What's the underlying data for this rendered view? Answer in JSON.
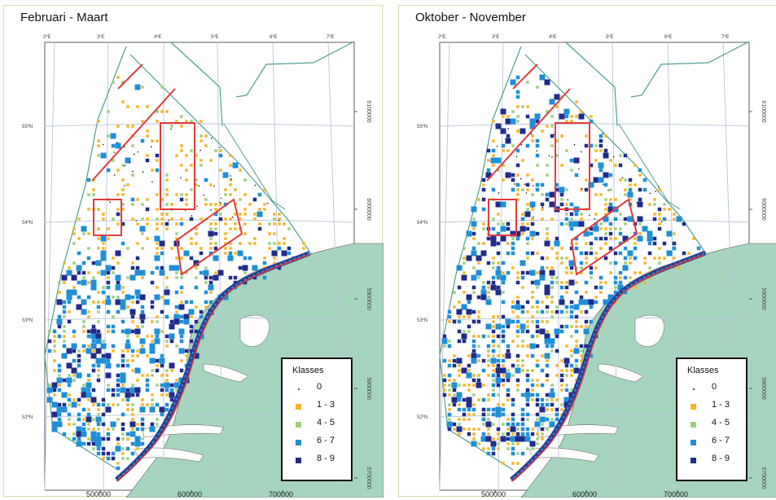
{
  "panels": [
    {
      "title": "Februari - Maart",
      "legend": {
        "title": "Klasses",
        "items": [
          {
            "label": "0",
            "color": "#111111",
            "icon": "dot"
          },
          {
            "label": "1 - 3",
            "color": "#f5b525",
            "icon": "square"
          },
          {
            "label": "4 - 5",
            "color": "#9ccf7f",
            "icon": "square"
          },
          {
            "label": "6 - 7",
            "color": "#1f8fd6",
            "icon": "square"
          },
          {
            "label": "8 - 9",
            "color": "#202c8a",
            "icon": "square"
          }
        ]
      },
      "bottom_ticks": [
        "500000",
        "600000",
        "700000"
      ],
      "right_ticks": [
        "6100000",
        "6000000",
        "5900000",
        "5800000",
        "5700000"
      ],
      "top_ticks": [
        "2ºE",
        "3ºE",
        "4ºE",
        "5ºE",
        "6ºE",
        "7ºE"
      ],
      "left_ticks": [
        "55ºN",
        "54ºN",
        "53ºN",
        "52ºN"
      ]
    },
    {
      "title": "Oktober - November",
      "legend": {
        "title": "Klasses",
        "items": [
          {
            "label": "0",
            "color": "#111111",
            "icon": "dot"
          },
          {
            "label": "1 - 3",
            "color": "#f5b525",
            "icon": "square"
          },
          {
            "label": "4 - 5",
            "color": "#9ccf7f",
            "icon": "square"
          },
          {
            "label": "6 - 7",
            "color": "#1f8fd6",
            "icon": "square"
          },
          {
            "label": "8 - 9",
            "color": "#202c8a",
            "icon": "square"
          }
        ]
      },
      "bottom_ticks": [
        "500000",
        "600000",
        "700000"
      ],
      "right_ticks": [
        "6100000",
        "6000000",
        "5900000",
        "5800000",
        "5700000"
      ],
      "top_ticks": [
        "2ºE",
        "3ºE",
        "4ºE",
        "5ºE",
        "6ºE",
        "7ºE"
      ],
      "left_ticks": [
        "55ºN",
        "54ºN",
        "53ºN",
        "52ºN"
      ]
    }
  ],
  "colors": {
    "land": "#a6d5bf",
    "coast_line": "#2e3a8f",
    "boundary": "#4f9e8e",
    "zone_line": "#e23b3b",
    "grid": "#b9c6d8",
    "frame": "#cfe0a8"
  }
}
